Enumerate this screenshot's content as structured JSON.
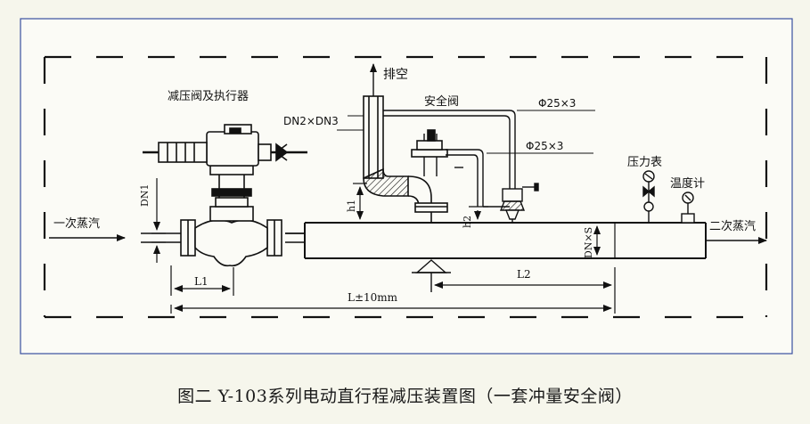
{
  "labels": {
    "vent": "排空",
    "valve_actuator": "减压阀及执行器",
    "safety_valve": "安全阀",
    "dn2_dn3": "DN2×DN3",
    "phi1": "Φ25×3",
    "phi2": "Φ25×3",
    "pressure_gauge": "压力表",
    "thermometer": "温度计",
    "primary_steam": "一次蒸汽",
    "secondary_steam": "二次蒸汽",
    "dn1": "DN1",
    "h1": "h1",
    "h2": "h2",
    "dnxs": "DN×S",
    "l1": "L1",
    "l2": "L2",
    "l_total": "L±10mm"
  },
  "caption": "图二 Y-103系列电动直行程减压装置图（一套冲量安全阀）",
  "colors": {
    "background": "#f6f6ec",
    "frame_border": "#3a4fa0",
    "ink": "#111111"
  }
}
